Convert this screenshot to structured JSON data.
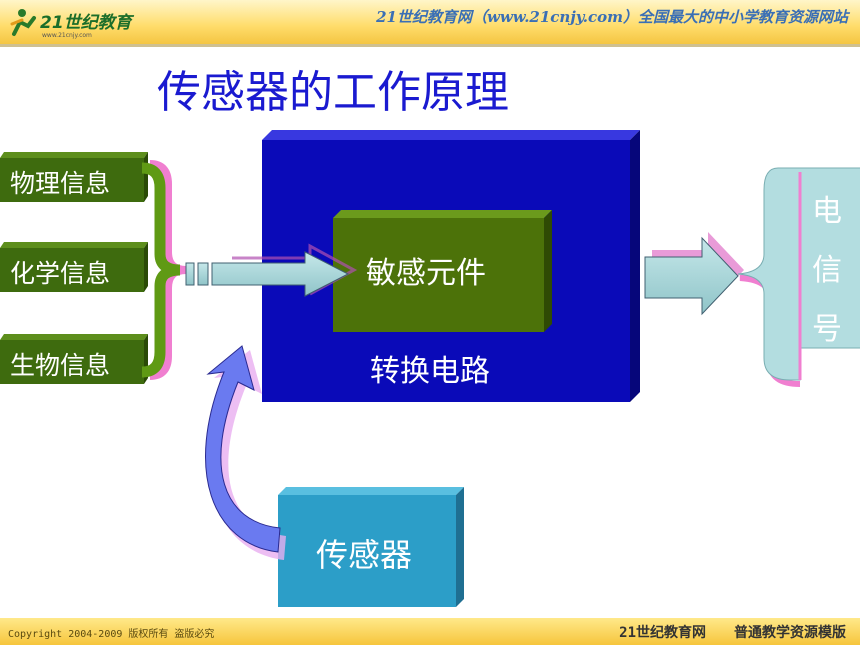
{
  "header": {
    "logo_text": "21世纪教育",
    "logo_url": "www.21cnjy.com",
    "slogan": "21世纪教育网（www.21cnjy.com）全国最大的中小学教育资源网站"
  },
  "slide": {
    "title": "传感器的工作原理",
    "inputs": [
      "物理信息",
      "化学信息",
      "生物信息"
    ],
    "sensitive_element": "敏感元件",
    "conversion_circuit": "转换电路",
    "sensor": "传感器",
    "output_chars": [
      "电",
      "信",
      "号"
    ]
  },
  "footer": {
    "copyright": "Copyright 2004-2009 版权所有 盗版必究",
    "site": "21世纪教育网",
    "template": "普通教学资源模版"
  },
  "colors": {
    "title": "#1a1ad0",
    "info_box": "#3e6b0e",
    "main_block": "#0a0ab8",
    "sensitive_block": "#4c7209",
    "sensor_block": "#2c9ec8",
    "arrow_fill": "#a9d7da",
    "accent_pink": "#f07fd0"
  }
}
